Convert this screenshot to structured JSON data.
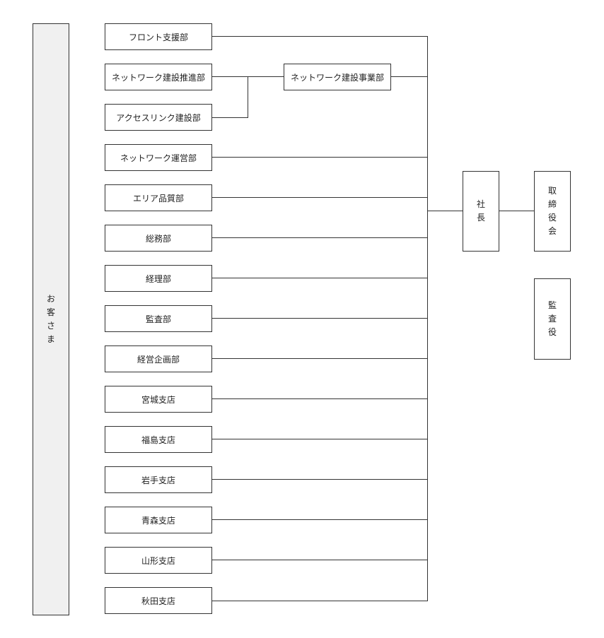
{
  "customers": [
    "お",
    "客",
    "さ",
    "ま"
  ],
  "departments": [
    "フロント支援部",
    "ネットワーク建設推進部",
    "アクセスリンク建設部",
    "ネットワーク運営部",
    "エリア品質部",
    "総務部",
    "経理部",
    "監査部",
    "経営企画部",
    "宮城支店",
    "福島支店",
    "岩手支店",
    "青森支店",
    "山形支店",
    "秋田支店"
  ],
  "network_division": "ネットワーク建設事業部",
  "president": [
    "社",
    "長"
  ],
  "board": [
    "取",
    "締",
    "役",
    "会"
  ],
  "auditor": [
    "監",
    "査",
    "役"
  ],
  "colors": {
    "line": "#333333",
    "customer_fill": "#f0f0f0",
    "box_fill": "#ffffff"
  }
}
